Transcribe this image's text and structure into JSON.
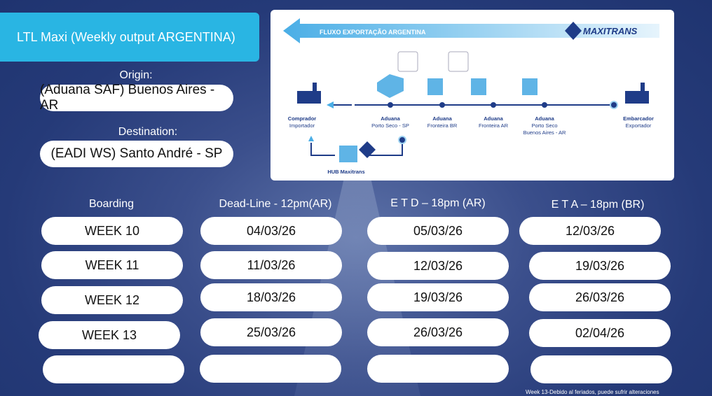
{
  "header": {
    "title": "LTL Maxi (Weekly output ARGENTINA)"
  },
  "route": {
    "origin_label": "Origin:",
    "origin": "(Aduana SAF) Buenos Aires - AR",
    "destination_label": "Destination:",
    "destination": "(EADI WS) Santo André - SP"
  },
  "diagram": {
    "banner": "FLUXO EXPORTAÇÃO ARGENTINA",
    "logo": "MAXITRANS",
    "stops": [
      {
        "title": "Comprador",
        "sub": "Importador"
      },
      {
        "title": "Aduana",
        "sub": "Porto Seco - SP"
      },
      {
        "title": "Aduana",
        "sub": "Fronteira BR"
      },
      {
        "title": "Aduana",
        "sub": "Fronteira AR"
      },
      {
        "title": "Aduana",
        "sub": "Porto Seco",
        "sub2": "Buenos Aires - AR"
      },
      {
        "title": "Embarcador",
        "sub": "Exportador"
      }
    ],
    "hub": "HUB Maxitrans"
  },
  "table": {
    "headers": [
      "Boarding",
      "Dead-Line - 12pm(AR)",
      "E T D – 18pm (AR)",
      "E T A – 18pm (BR)"
    ],
    "rows": [
      [
        "WEEK 10",
        "04/03/26",
        "05/03/26",
        "12/03/26"
      ],
      [
        "WEEK 11",
        "11/03/26",
        "12/03/26",
        "19/03/26"
      ],
      [
        "WEEK 12",
        "18/03/26",
        "19/03/26",
        "26/03/26"
      ],
      [
        "WEEK 13",
        "25/03/26",
        "26/03/26",
        "02/04/26"
      ]
    ]
  },
  "footnote": "Week 13-Debido al feriados, puede sufrir alteraciones"
}
